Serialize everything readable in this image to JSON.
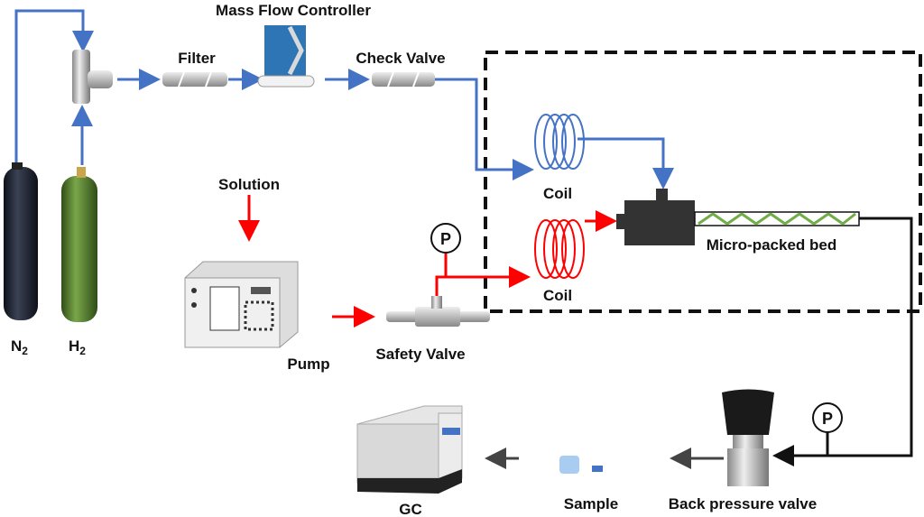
{
  "labels": {
    "mfc": "Mass Flow Controller",
    "filter": "Filter",
    "check_valve": "Check Valve",
    "solution": "Solution",
    "pump": "Pump",
    "safety_valve": "Safety Valve",
    "coil_gas": "Coil",
    "coil_liquid": "Coil",
    "reactor": "Micro-packed bed",
    "n2": "N",
    "n2_sub": "2",
    "h2": "H",
    "h2_sub": "2",
    "gauge_safety": "P",
    "gauge_bpv": "P",
    "bpv": "Back pressure valve",
    "sample": "Sample",
    "gc": "GC"
  },
  "colors": {
    "gas_line": "#4472c4",
    "liquid_line": "#ff0000",
    "product_line": "#000000",
    "catalyst": "#70ad47",
    "mfc": "#2e75b6",
    "n2_cylinder": "#1f2433",
    "h2_cylinder": "#4e7a2a"
  }
}
